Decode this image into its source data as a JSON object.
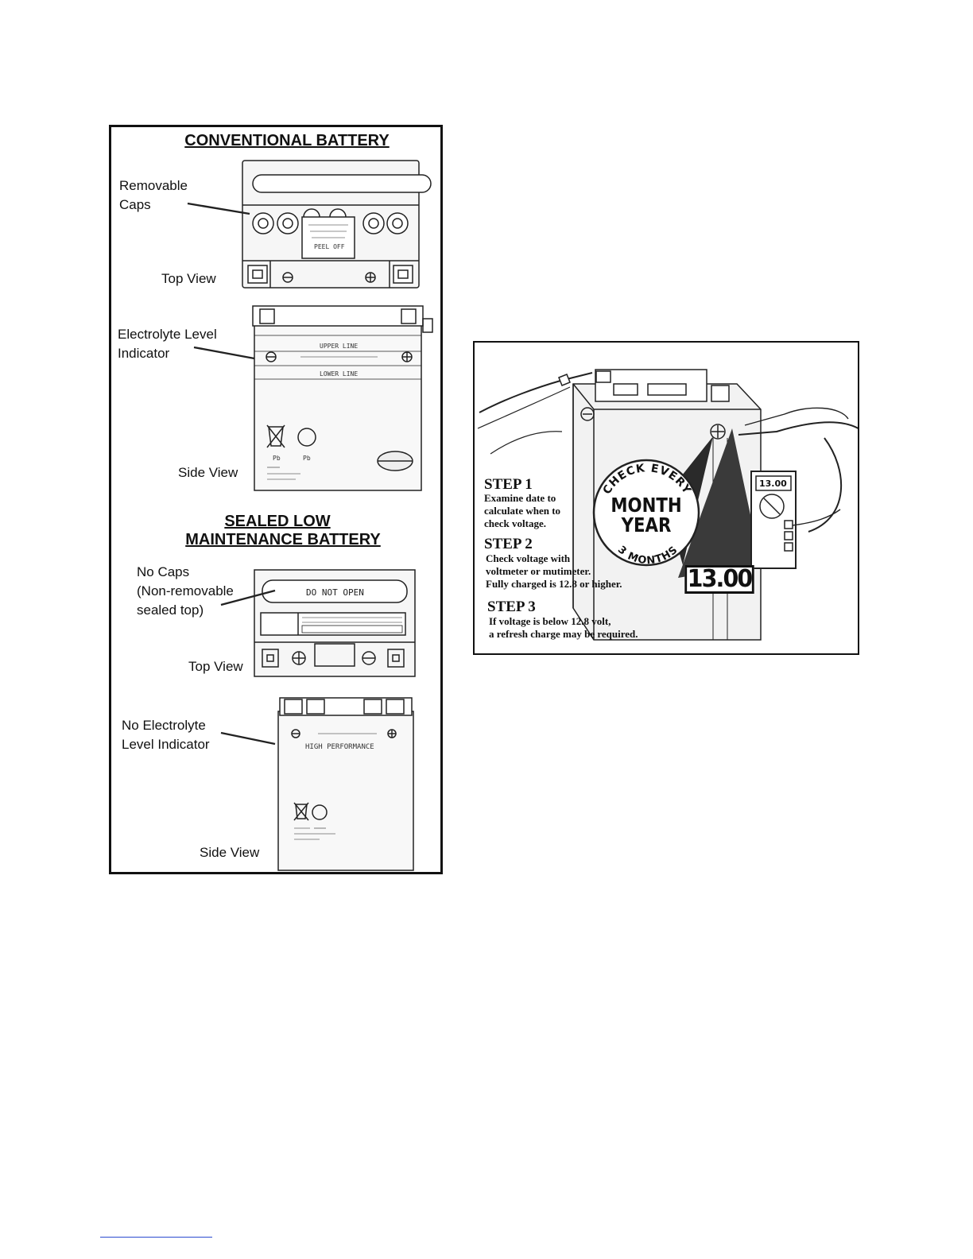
{
  "left_panel": {
    "conventional_heading": "CONVENTIONAL BATTERY",
    "removable_caps_label": "Removable\nCaps",
    "top_view_label_1": "Top View",
    "electrolyte_label": "Electrolyte Level\nIndicator",
    "side_view_label_1": "Side View",
    "sealed_heading_line1": "SEALED LOW",
    "sealed_heading_line2": "MAINTENANCE BATTERY",
    "no_caps_label": "No Caps\n(Non-removable\nsealed top)",
    "top_view_label_2": "Top View",
    "no_electrolyte_label": "No Electrolyte\nLevel Indicator",
    "side_view_label_2": "Side View",
    "battery_prints": {
      "peel_off": "PEEL OFF",
      "upper_line": "UPPER LINE",
      "lower_line": "LOWER LINE",
      "pb1": "Pb",
      "pb2": "Pb",
      "do_not_open": "DO NOT OPEN",
      "high_performance": "HIGH PERFORMANCE"
    }
  },
  "right_panel": {
    "step1_title": "STEP 1",
    "step1_text": "Examine date to\ncalculate when to\ncheck voltage.",
    "step2_title": "STEP 2",
    "step2_text": "Check voltage with\nvoltmeter or mutimeter.\nFully charged is 12.8 or higher.",
    "step3_title": "STEP 3",
    "step3_text": "If voltage is below 12.8 volt,\na refresh charge may be required.",
    "circle_top": "CHECK EVERY",
    "circle_month": "MONTH",
    "circle_year": "YEAR",
    "circle_bottom": "3 MONTHS",
    "meter_display": "13.00",
    "readout": "13.00"
  }
}
